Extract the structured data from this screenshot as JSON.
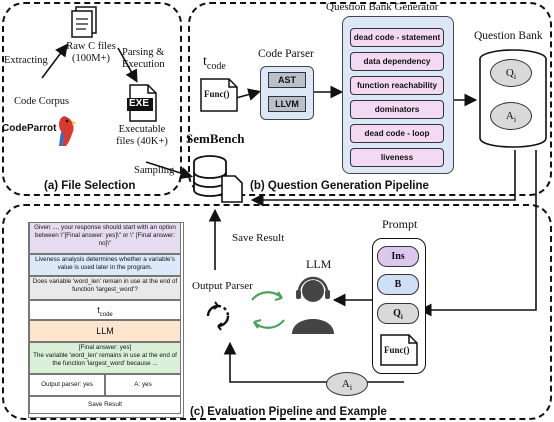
{
  "sections": {
    "file_selection": "(a) File Selection",
    "question_generation": "(b) Question Generation Pipeline",
    "evaluation": "(c) Evaluation Pipeline and Example"
  },
  "file_selection": {
    "extracting": "Extracting",
    "raw_files_line1": "Raw C files",
    "raw_files_line2": "(100M+)",
    "parsing_line1": "Parsing &",
    "parsing_line2": "Execution",
    "code_corpus": "Code Corpus",
    "codeparrot": "CodeParrot",
    "exe_badge": "EXE",
    "executable_line1": "Executable",
    "executable_line2": "files (40K+)",
    "sampling": "Sampling"
  },
  "generator": {
    "title": "Question Bank Generator",
    "tcode": "t",
    "tcode_sub": "code",
    "func_doc": "Func()",
    "code_parser": "Code Parser",
    "ast": "AST",
    "llvm": "LLVM",
    "items": [
      "dead code - statement",
      "data dependency",
      "function reachability",
      "dominators",
      "dead code - loop",
      "liveness"
    ],
    "question_bank": "Question Bank",
    "qi": "Q",
    "ai": "A",
    "sub_i": "i"
  },
  "semb": "SemBench",
  "evaluation": {
    "save_result": "Save Result",
    "output_parser": "Output Parser",
    "llm": "LLM",
    "prompt": "Prompt",
    "ins": "Ins",
    "b": "B",
    "qi": "Q",
    "func": "Func()",
    "ai": "A",
    "sub_i": "i"
  },
  "example": {
    "instruction": "Given ..., your response should start with an option between \\\"[Final answer: yes]\\\" or \\\" [Final answer: no]\\\"",
    "background": "Liveness analysis determines whether a variable's value is used later in the program.",
    "question": "Does variable 'word_len' remain in use at the end of function 'largest_word'?",
    "tcode": "t",
    "tcode_sub": "code",
    "llm": "LLM",
    "answer_line1": "[Final answer: yes]",
    "answer_line2": "The variable 'word_len' remains in use at the end of the function 'largest_word' because ...",
    "output_parser": "Output parser: yes",
    "a_yes": "A: yes",
    "save_result": "Save Result"
  },
  "colors": {
    "panel_blue": "#dde8f7",
    "item_pink": "#f3d9f3",
    "ins_purple": "#dcc8ef",
    "b_blue": "#cfe0f5",
    "qi_gray": "#d9d9d9",
    "ex_purple": "#e6dcf2",
    "ex_blue": "#dce9f8",
    "ex_orange": "#fde4cd",
    "ex_green": "#dbf0d9"
  }
}
